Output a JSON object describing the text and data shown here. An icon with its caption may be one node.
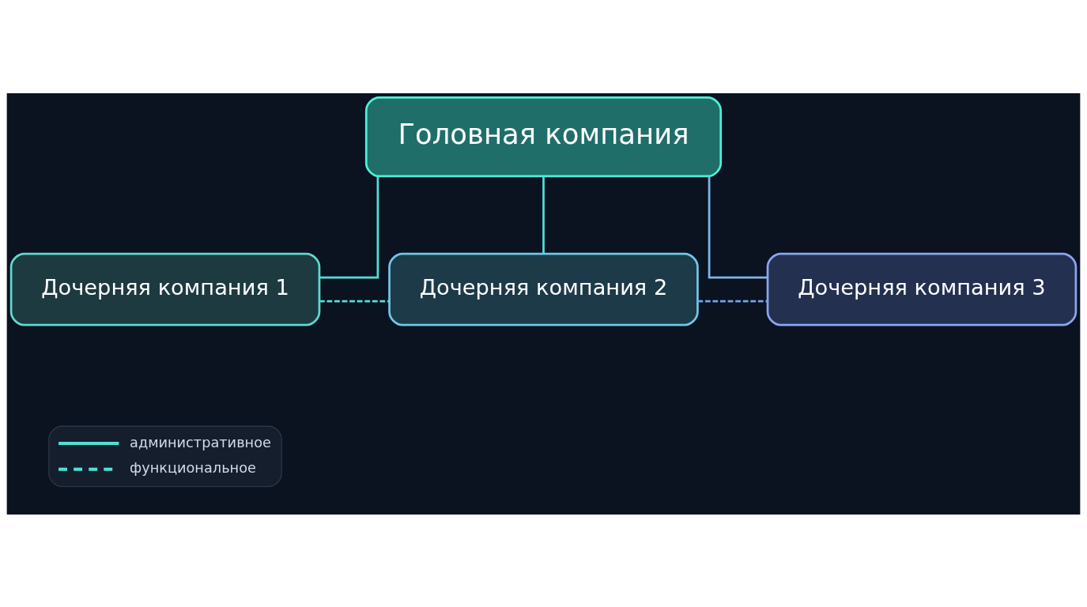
{
  "diagram": {
    "nodes": [
      {
        "text": [
          "Головная компания"
        ]
      },
      {
        "text": [
          "Дочерняя компания 1"
        ]
      },
      {
        "text": [
          "Дочерняя компания 2"
        ]
      },
      {
        "text": [
          "Дочерняя компания 3"
        ]
      }
    ],
    "edges": [
      {
        "from": 0,
        "to": 1,
        "arrow": "none"
      },
      {
        "from": 0,
        "to": 2,
        "arrow": "none"
      },
      {
        "from": 0,
        "to": 3,
        "arrow": "none",
        "color": "#7fb4ea"
      },
      {
        "from": 1,
        "to": 2,
        "arrow": "none",
        "style": "dashed"
      },
      {
        "from": 2,
        "to": 3,
        "arrow": "none",
        "style": "dashed",
        "color": "#6fa6ea"
      }
    ],
    "legend": [
      {
        "text": "административное"
      },
      {
        "text": "функциональное"
      }
    ]
  }
}
